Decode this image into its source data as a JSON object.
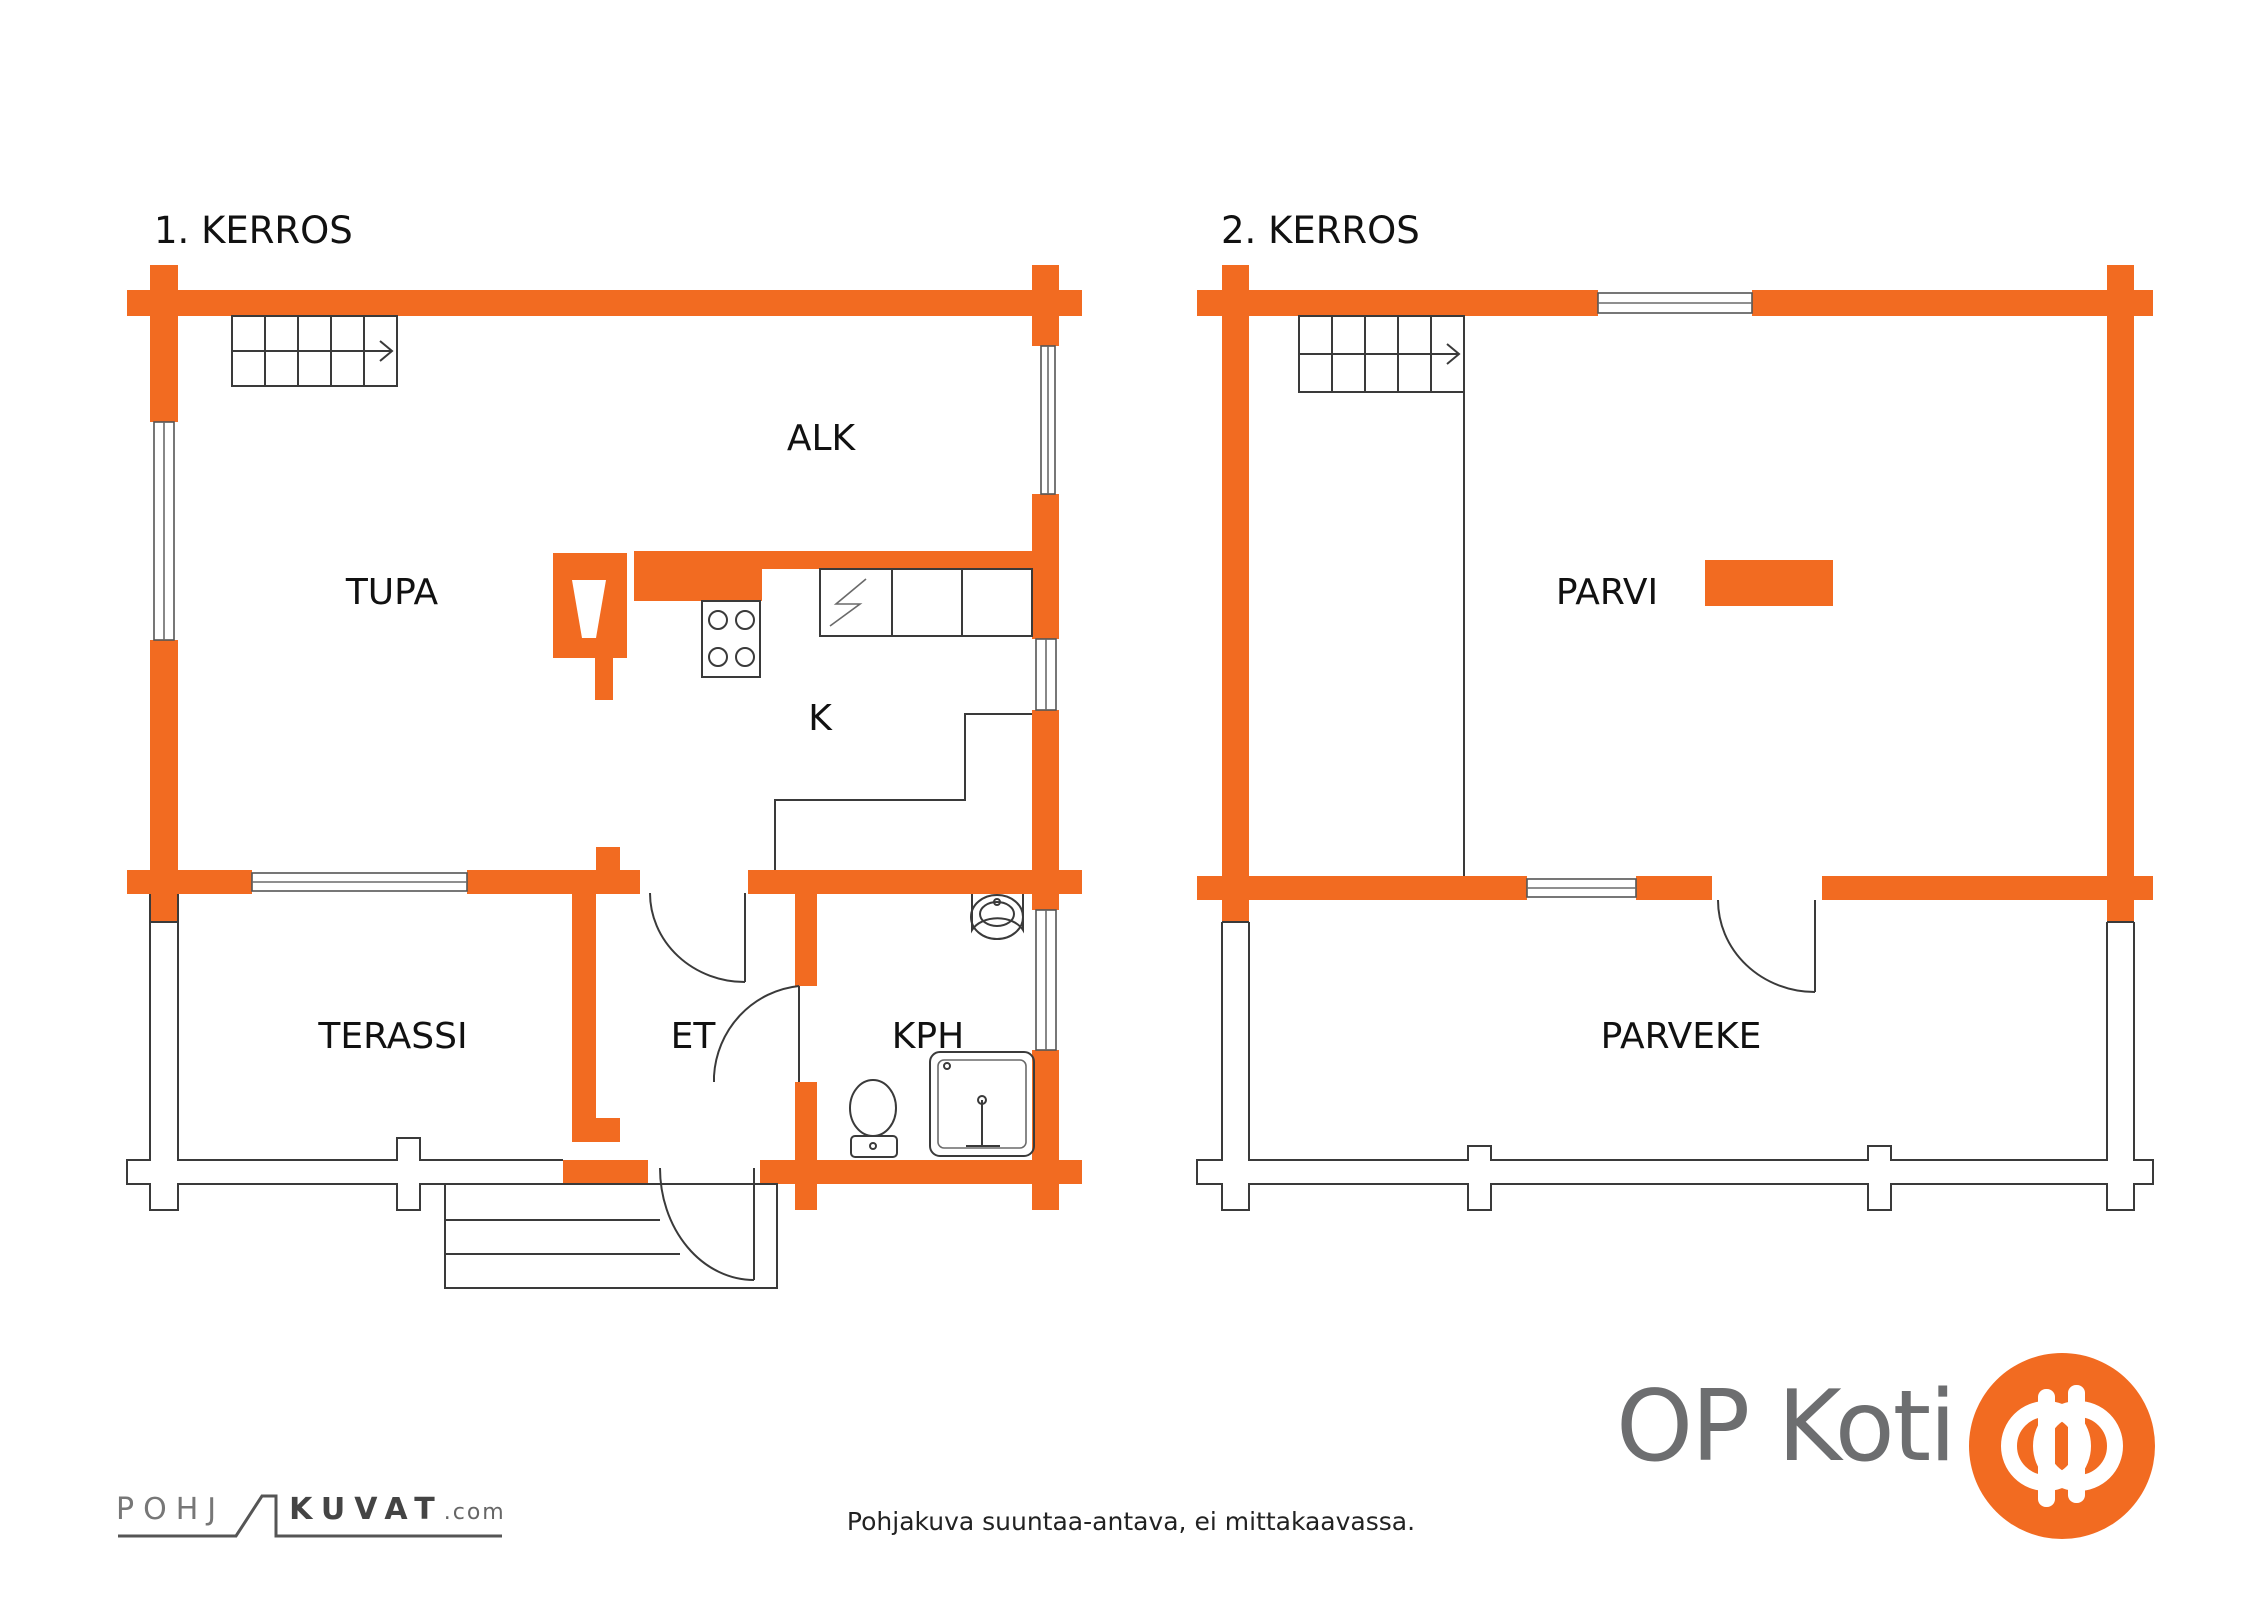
{
  "floors": {
    "first": {
      "label": "1. KERROS"
    },
    "second": {
      "label": "2. KERROS"
    }
  },
  "rooms": {
    "alk": "ALK",
    "tupa": "TUPA",
    "k": "K",
    "terassi": "TERASSI",
    "et": "ET",
    "kph": "KPH",
    "parvi": "PARVI",
    "parveke": "PARVEKE"
  },
  "footer": {
    "disclaimer": "Pohjakuva suuntaa-antava, ei mittakaavassa.",
    "credit_left": "POHJ",
    "credit_right": "KUVAT",
    "credit_suffix": ".com"
  },
  "brand": {
    "name": "OP Koti",
    "logo_icon": "op-logo-icon"
  },
  "colors": {
    "wall": "#f26b21",
    "brand_text": "#6d6e70"
  }
}
